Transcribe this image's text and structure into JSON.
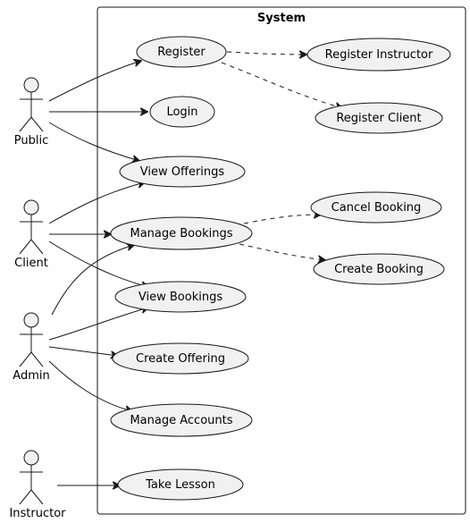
{
  "system": {
    "title": "System"
  },
  "actors": {
    "public": "Public",
    "client": "Client",
    "admin": "Admin",
    "instructor": "Instructor"
  },
  "use_cases": {
    "register": "Register",
    "register_instructor": "Register Instructor",
    "register_client": "Register Client",
    "login": "Login",
    "view_offerings": "View Offerings",
    "manage_bookings": "Manage Bookings",
    "cancel_booking": "Cancel Booking",
    "create_booking": "Create Booking",
    "view_bookings": "View Bookings",
    "create_offering": "Create Offering",
    "manage_accounts": "Manage Accounts",
    "take_lesson": "Take Lesson"
  },
  "associations": [
    [
      "public",
      "register"
    ],
    [
      "public",
      "login"
    ],
    [
      "public",
      "view_offerings"
    ],
    [
      "client",
      "view_offerings"
    ],
    [
      "client",
      "manage_bookings"
    ],
    [
      "client",
      "view_bookings"
    ],
    [
      "admin",
      "manage_bookings"
    ],
    [
      "admin",
      "view_bookings"
    ],
    [
      "admin",
      "create_offering"
    ],
    [
      "admin",
      "manage_accounts"
    ],
    [
      "instructor",
      "take_lesson"
    ]
  ],
  "dependencies": [
    [
      "register",
      "register_instructor"
    ],
    [
      "register",
      "register_client"
    ],
    [
      "manage_bookings",
      "cancel_booking"
    ],
    [
      "manage_bookings",
      "create_booking"
    ]
  ]
}
